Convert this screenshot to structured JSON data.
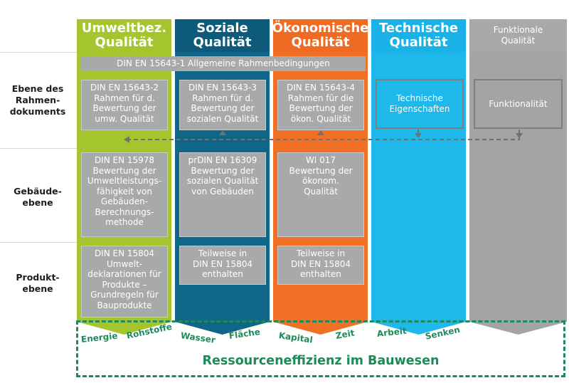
{
  "columns": [
    {
      "key": "green",
      "title_lines": [
        "Umweltbez.",
        "Qualität"
      ],
      "color": "#a4c52d"
    },
    {
      "key": "blue",
      "title_lines": [
        "Soziale",
        "Qualität"
      ],
      "color": "#0f6688"
    },
    {
      "key": "orange",
      "title_lines": [
        "Ökonomische",
        "Qualität"
      ],
      "color": "#f07026"
    },
    {
      "key": "cyan",
      "title_lines": [
        "Technische",
        "Qualität"
      ],
      "color": "#1fb8ea"
    },
    {
      "key": "gray",
      "title_lines": [
        "Funktionale",
        "Qualität"
      ],
      "color": "#a2a4a6"
    }
  ],
  "rows": {
    "rahmen": [
      "Ebene des",
      "Rahmen-",
      "dokuments"
    ],
    "gebaeude": [
      "Gebäude-",
      "ebene"
    ],
    "produkt": [
      "Produkt-",
      "ebene"
    ]
  },
  "din_bar": "DIN EN 15643-1 Allgemeine Rahmenbedingungen",
  "rahmen_boxes": {
    "green": [
      "DIN EN 15643-2",
      "Rahmen für d.",
      "Bewertung der",
      "umw. Qualität"
    ],
    "blue": [
      "DIN EN 15643-3",
      "Rahmen für d.",
      "Bewertung der",
      "sozialen Qualität"
    ],
    "orange": [
      "DIN EN 15643-4",
      "Rahmen für die",
      "Bewertung der",
      "ökon. Qualität"
    ],
    "cyan": [
      "Technische",
      "Eigenschaften"
    ],
    "gray": [
      "Funktionalität"
    ]
  },
  "gebaeude_boxes": {
    "green": [
      "DIN EN 15978",
      "Bewertung der",
      "Umweltleistungs-",
      "fähigkeit von",
      "Gebäuden-",
      "Berechnungs-",
      "methode"
    ],
    "blue": [
      "prDIN EN 16309",
      "Bewertung der",
      "sozialen Qualität",
      "von Gebäuden"
    ],
    "orange": [
      "WI 017",
      "Bewertung der",
      "ökonom.",
      "Qualität"
    ]
  },
  "produkt_boxes": {
    "green": [
      "DIN EN 15804",
      "Umwelt-",
      "deklarationen für",
      "Produkte –",
      "Grundregeln für",
      "Bauprodukte"
    ],
    "blue": [
      "Teilweise in",
      "DIN EN 15804",
      "enthalten"
    ],
    "orange": [
      "Teilweise in",
      "DIN EN 15804",
      "enthalten"
    ]
  },
  "resources": {
    "words": [
      "Energie",
      "Rohstoffe",
      "Wasser",
      "Fläche",
      "Kapital",
      "Zeit",
      "Arbeit",
      "Senken"
    ],
    "title": "Ressourceneffizienz im Bauwesen"
  }
}
